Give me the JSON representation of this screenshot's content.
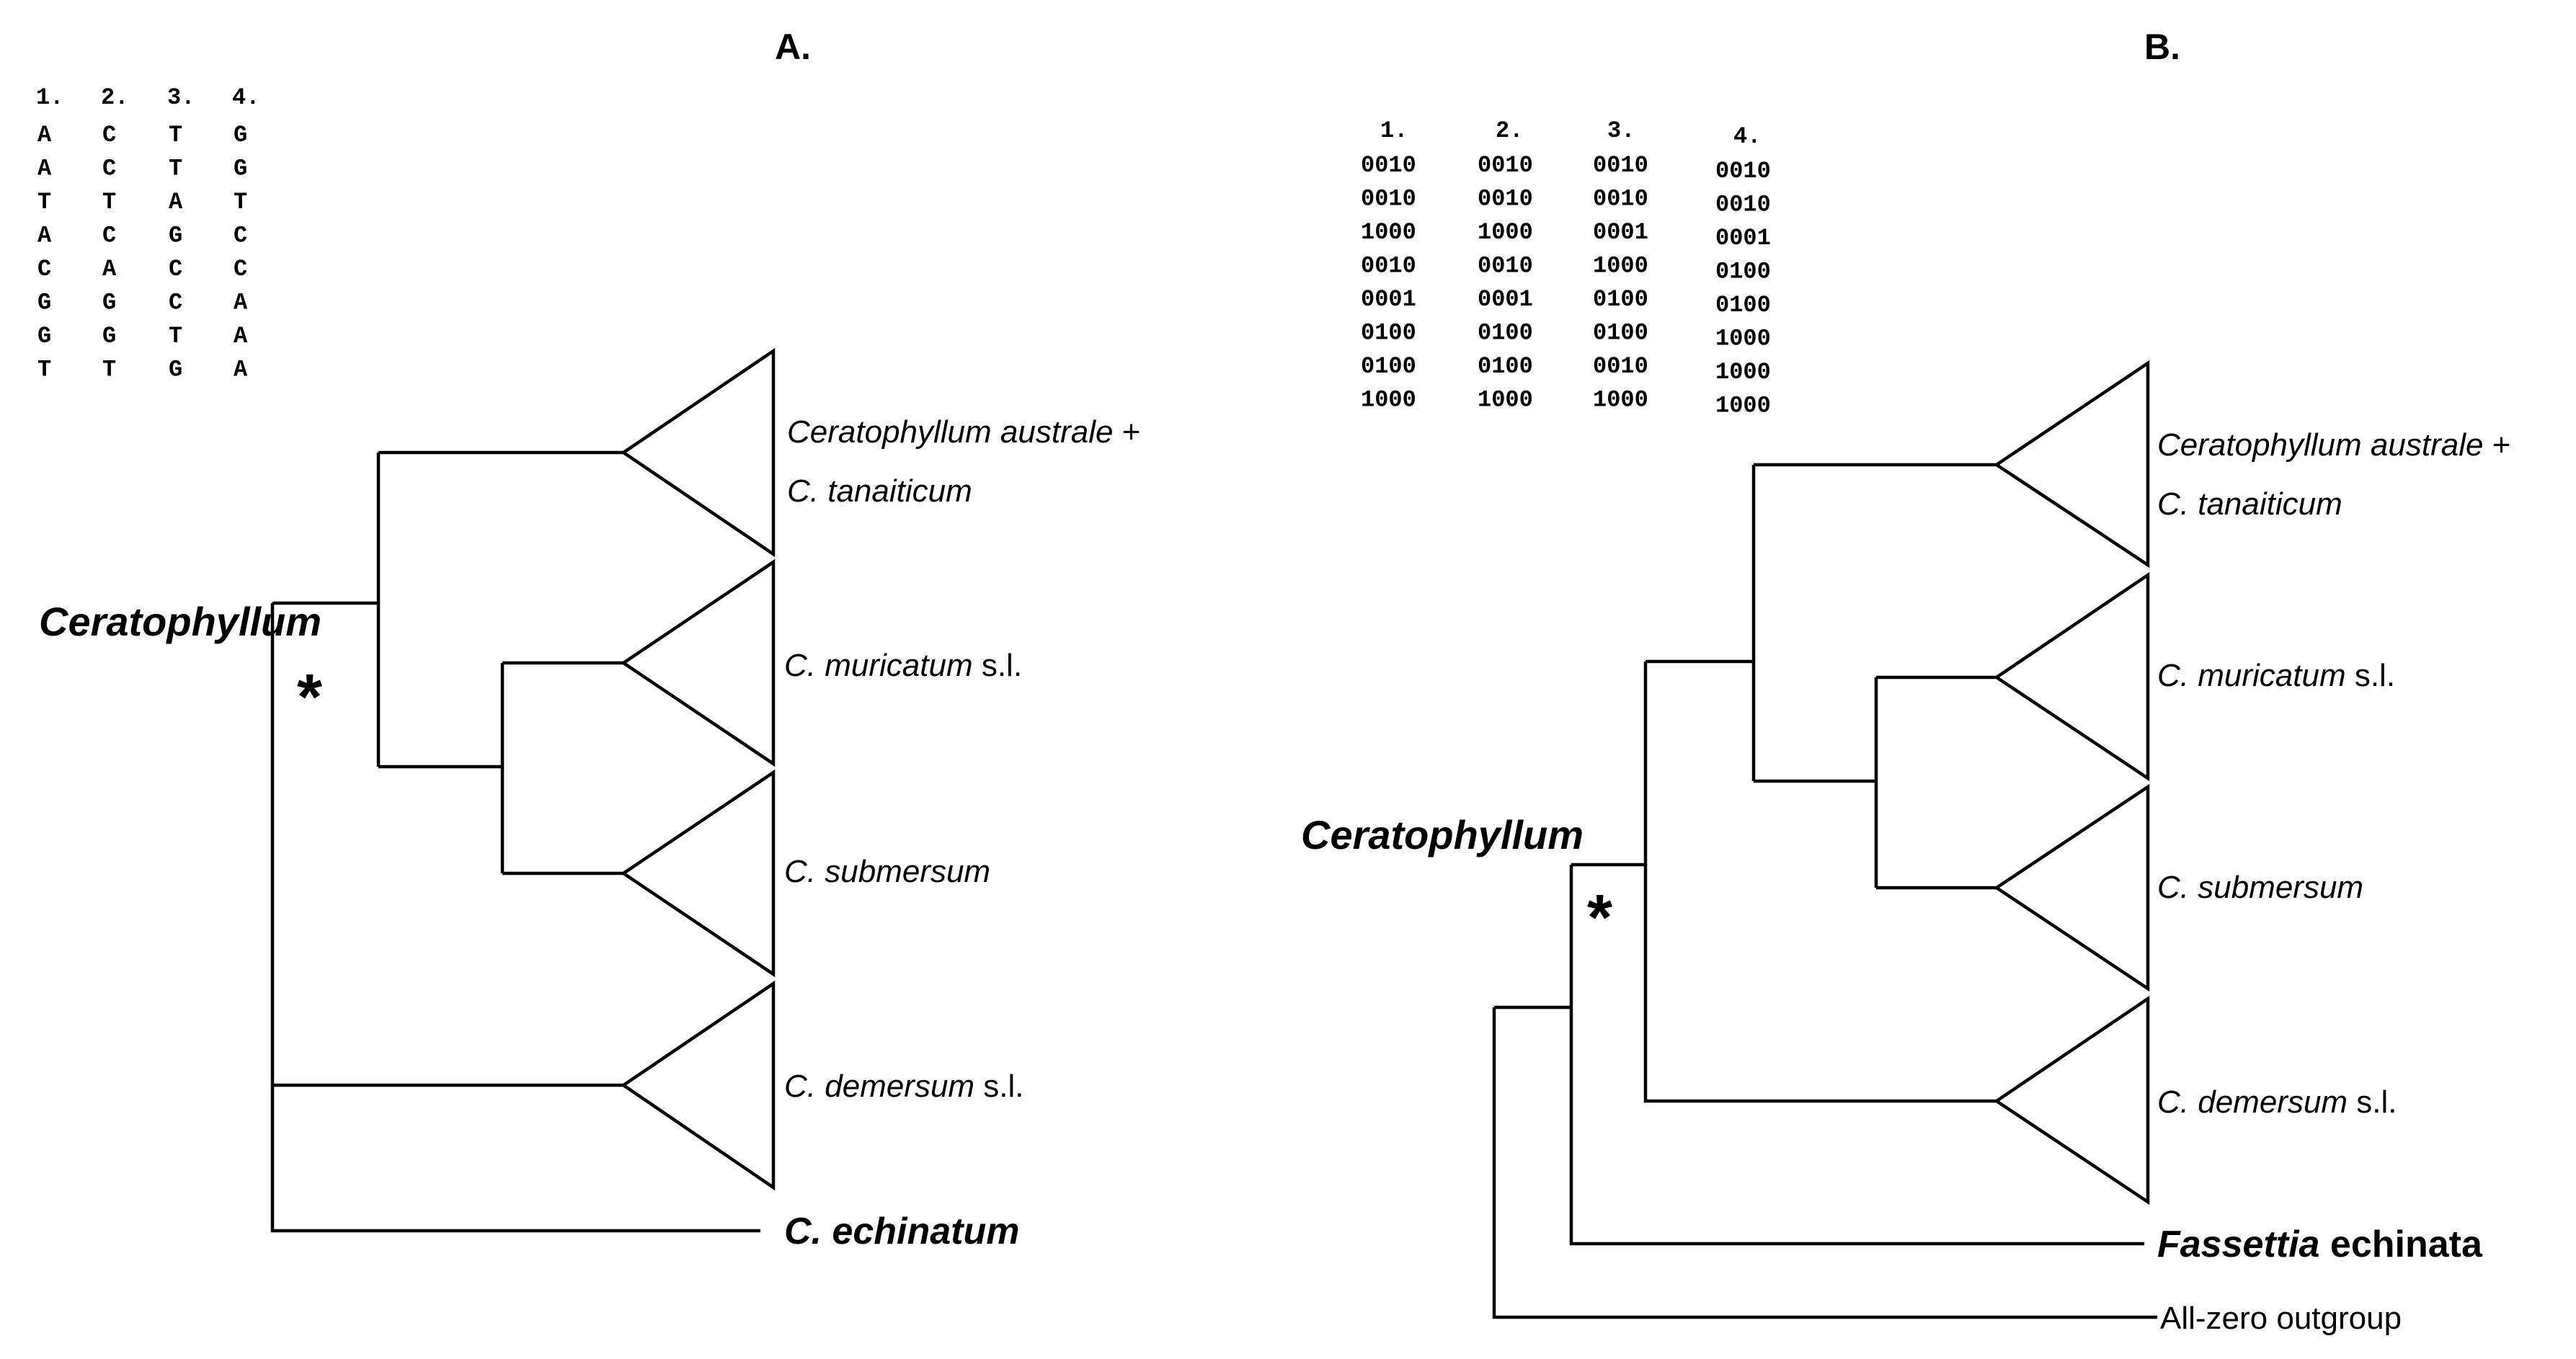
{
  "panelA": {
    "label": "A.",
    "matrix": {
      "headers": [
        "1.",
        "2.",
        "3.",
        "4."
      ],
      "rows": [
        [
          "A",
          "C",
          "T",
          "G"
        ],
        [
          "A",
          "C",
          "T",
          "G"
        ],
        [
          "T",
          "T",
          "A",
          "T"
        ],
        [
          "A",
          "C",
          "G",
          "C"
        ],
        [
          "C",
          "A",
          "C",
          "C"
        ],
        [
          "G",
          "G",
          "C",
          "A"
        ],
        [
          "G",
          "G",
          "T",
          "A"
        ],
        [
          "T",
          "T",
          "G",
          "A"
        ]
      ]
    },
    "genus_label": "Ceratophyllum",
    "star": "*",
    "taxa": [
      {
        "italic": "Ceratophyllum australe",
        "plain": " +"
      },
      {
        "italic": "C. tanaiticum",
        "plain": ""
      },
      {
        "italic": "C. muricatum",
        "plain": " s.l."
      },
      {
        "italic": "C. submersum",
        "plain": ""
      },
      {
        "italic": "C. demersum",
        "plain": " s.l."
      },
      {
        "italic": "C. echinatum",
        "plain": ""
      }
    ]
  },
  "panelB": {
    "label": "B.",
    "matrix": {
      "headers": [
        "1.",
        "2.",
        "3.",
        "4."
      ],
      "rows": [
        [
          "0010",
          "0010",
          "0010",
          "0010"
        ],
        [
          "0010",
          "0010",
          "0010",
          "0010"
        ],
        [
          "1000",
          "1000",
          "0001",
          "0001"
        ],
        [
          "0010",
          "0010",
          "1000",
          "0100"
        ],
        [
          "0001",
          "0001",
          "0100",
          "0100"
        ],
        [
          "0100",
          "0100",
          "0100",
          "1000"
        ],
        [
          "0100",
          "0100",
          "0010",
          "1000"
        ],
        [
          "1000",
          "1000",
          "1000",
          "1000"
        ]
      ]
    },
    "genus_label": "Ceratophyllum",
    "star": "*",
    "taxa": [
      {
        "italic": "Ceratophyllum australe",
        "plain": " +"
      },
      {
        "italic": "C. tanaiticum",
        "plain": ""
      },
      {
        "italic": "C. muricatum",
        "plain": " s.l."
      },
      {
        "italic": "C. submersum",
        "plain": ""
      },
      {
        "italic": "C. demersum",
        "plain": " s.l."
      },
      {
        "bold_italic": "Fassettia",
        "bold_plain": " echinata"
      },
      {
        "plain": "All-zero outgroup"
      }
    ]
  }
}
